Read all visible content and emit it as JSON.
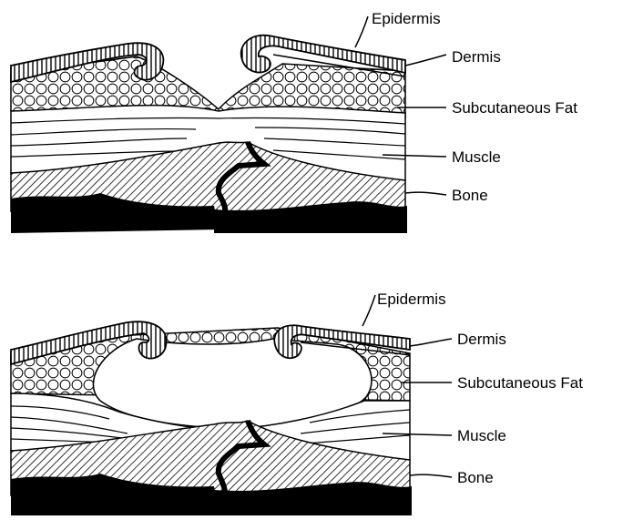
{
  "diagrams": [
    {
      "labels": {
        "epidermis": "Epidermis",
        "dermis": "Dermis",
        "fat": "Subcutaneous Fat",
        "muscle": "Muscle",
        "bone": "Bone"
      }
    },
    {
      "labels": {
        "epidermis": "Epidermis",
        "dermis": "Dermis",
        "fat": "Subcutaneous Fat",
        "muscle": "Muscle",
        "bone": "Bone"
      }
    }
  ],
  "colors": {
    "ink": "#000000",
    "paper": "#ffffff"
  }
}
